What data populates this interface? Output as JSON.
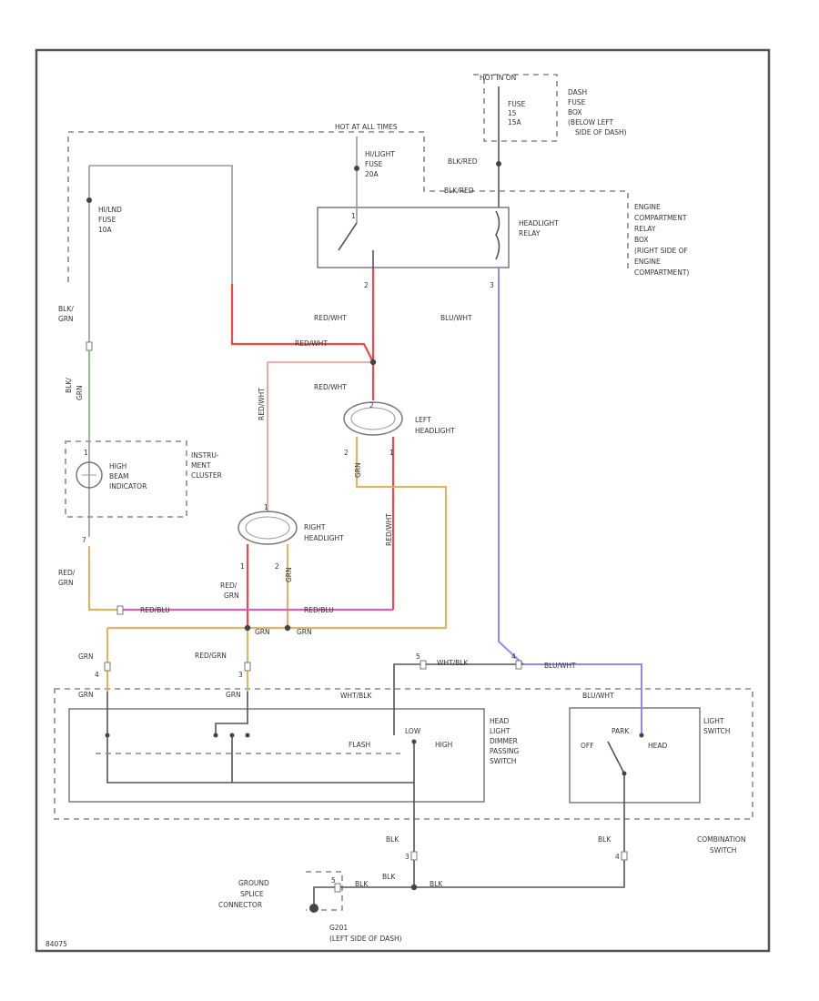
{
  "labels": {
    "hot_in_on": "HOT IN ON",
    "fuse_15a_1": "FUSE",
    "fuse_15a_2": "15",
    "fuse_15a_3": "15A",
    "dash_fuse_1": "DASH",
    "dash_fuse_2": "FUSE",
    "dash_fuse_3": "BOX",
    "dash_fuse_4": "(BELOW LEFT",
    "dash_fuse_5": "SIDE OF DASH)",
    "hot_all_times": "HOT AT ALL TIMES",
    "hi_fuse_1": "HI/LIGHT",
    "hi_fuse_2": "FUSE",
    "hi_fuse_3": "20A",
    "blk_red_1": "BLK/RED",
    "blk_red_2": "BLK/RED",
    "headlight_relay_1": "HEADLIGHT",
    "headlight_relay_2": "RELAY",
    "engine_comp_1": "ENGINE",
    "engine_comp_2": "COMPARTMENT",
    "engine_comp_3": "RELAY",
    "engine_comp_4": "BOX",
    "engine_comp_5": "(RIGHT SIDE OF",
    "engine_comp_6": "ENGINE",
    "engine_comp_7": "COMPARTMENT)",
    "hilnd_fuse_1": "HI/LND",
    "hilnd_fuse_2": "FUSE",
    "hilnd_fuse_3": "10A",
    "blk_grn_1": "BLK/",
    "blk_grn_2": "GRN",
    "blk_grn_3": "BLK/",
    "blk_grn_4": "GRN",
    "red_wht_1": "RED/WHT",
    "red_wht_2": "RED/WHT",
    "red_wht_3": "RED/WHT",
    "red_wht_4": "RED/WHT",
    "red_wht_5": "RED/WHT",
    "blu_wht": "BLU/WHT",
    "left_headlight_1": "LEFT",
    "left_headlight_2": "HEADLIGHT",
    "high_beam_1": "HIGH",
    "high_beam_2": "BEAM",
    "high_beam_3": "INDICATOR",
    "instru_1": "INSTRU-",
    "instru_2": "MENT",
    "instru_3": "CLUSTER",
    "right_headlight_1": "RIGHT",
    "right_headlight_2": "HEADLIGHT",
    "red_grn_1": "RED/",
    "red_grn_2": "GRN",
    "red_grn_3": "RED/",
    "red_grn_4": "GRN",
    "red_grn_5": "RED/GRN",
    "red_blu_1": "RED/BLU",
    "red_blu_2": "RED/BLU",
    "grn_1": "GRN",
    "grn_2": "GRN",
    "grn_3": "GRN",
    "grn_4": "GRN",
    "grn_5": "GRN",
    "grn_6": "GRN",
    "grn_7": "GRN",
    "wht_blk_1": "WHT/BLK",
    "wht_blk_2": "WHT/BLK",
    "blu_wht_2": "BLU/WHT",
    "blu_wht_3": "BLU/WHT",
    "flash": "FLASH",
    "low": "LOW",
    "high": "HIGH",
    "dimmer_1": "HEAD",
    "dimmer_2": "LIGHT",
    "dimmer_3": "DIMMER",
    "dimmer_4": "PASSING",
    "dimmer_5": "SWITCH",
    "off": "OFF",
    "park": "PARK",
    "head": "HEAD",
    "light_switch_1": "LIGHT",
    "light_switch_2": "SWITCH",
    "combination_1": "COMBINATION",
    "combination_2": "SWITCH",
    "blk_1": "BLK",
    "blk_2": "BLK",
    "blk_3": "BLK",
    "blk_4": "BLK",
    "blk_5": "BLK",
    "ground_splice_1": "GROUND",
    "ground_splice_2": "SPLICE",
    "ground_splice_3": "CONNECTOR",
    "g201_1": "G201",
    "g201_2": "(LEFT SIDE OF DASH)",
    "pin_1": "1",
    "pin_2": "2",
    "pin_3": "2",
    "pin_4": "1",
    "pin_5": "3",
    "pin_6": "1",
    "pin_7": "7",
    "pin_8": "1",
    "pin_9": "2",
    "pin_10": "4",
    "pin_11": "3",
    "pin_12": "5",
    "pin_13": "4",
    "pin_14": "1",
    "pin_15": "2",
    "pin_16": "3",
    "pin_17": "4",
    "pin_18": "5",
    "footer": "84075"
  }
}
